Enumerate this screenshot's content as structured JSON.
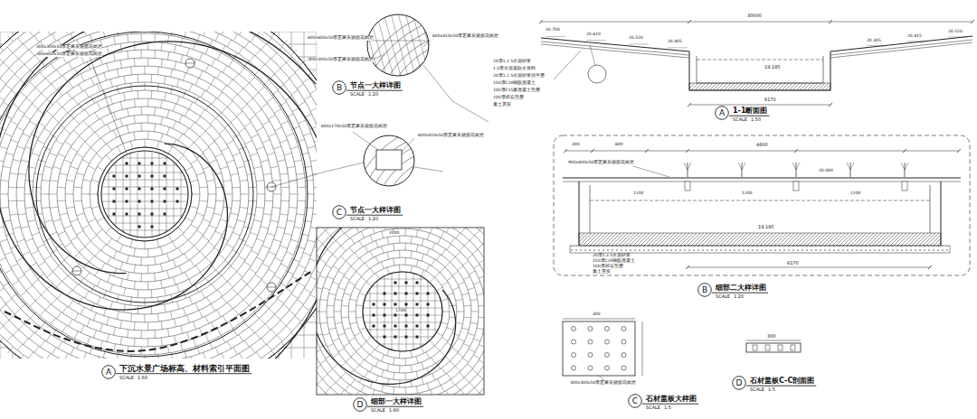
{
  "diagram": {
    "nodes": [
      {
        "text": [
          "A"
        ]
      },
      {
        "text": [
          "B"
        ]
      },
      {
        "text": [
          "C"
        ]
      },
      {
        "text": [
          "D"
        ]
      },
      {
        "text": [
          "A"
        ]
      },
      {
        "text": [
          "B"
        ]
      },
      {
        "text": [
          "C"
        ]
      },
      {
        "text": [
          "D"
        ]
      }
    ],
    "labels": [
      "下沉水景广场标高、材料索引平面图",
      "SCALE",
      "1:60",
      "节点一大样详图",
      "SCALE",
      "1:20",
      "节点一大样详图",
      "SCALE",
      "1:20",
      "细部一大样详图",
      "SCALE",
      "1:60",
      "1-1断面图",
      "SCALE",
      "1:50",
      "细部二大样详图",
      "SCALE",
      "1:20",
      "石材盖板大样图",
      "SCALE",
      "1:5",
      "石材盖板C-C剖面图",
      "SCALE",
      "1:5",
      "30000",
      "19.185",
      "6170",
      "4600",
      "19.185",
      "6170",
      "300",
      "20.700",
      "20.610",
      "20.520",
      "20.405",
      "20.305",
      "20.415",
      "20.520",
      "20厚1:2.5水泥砂浆",
      "1.5厚水泥基防水涂料",
      "20厚1:2.5水泥砂浆找平层",
      "150厚C20钢筋混凝土",
      "100厚C15素混凝土垫层",
      "100厚碎石垫层",
      "素土夯实",
      "20厚1:2.5水泥砂浆",
      "150厚C20钢筋混凝土",
      "100厚碎石垫层",
      "素土夯实",
      "900x600x50厚芝麻灰烧面花岗岩",
      "20.000",
      "1200",
      "1200",
      "1200",
      "300",
      "600",
      "600x600x50厚芝麻灰烧面花岗岩",
      "600x410x50厚芝麻灰烧面花岗岩",
      "300x300x50厚芝麻灰烧面花岗岩",
      "600x170x50厚芝麻灰烧面花岗岩",
      "600x410x50厚芝麻灰烧面花岗岩",
      "300x300x50厚芝麻灰烧面花岗岩",
      "300",
      "300x300x50厚芝麻灰烧面花岗岩",
      "300x600x50厚芝麻灰烧面花岗岩",
      "2000",
      "1200"
    ]
  }
}
